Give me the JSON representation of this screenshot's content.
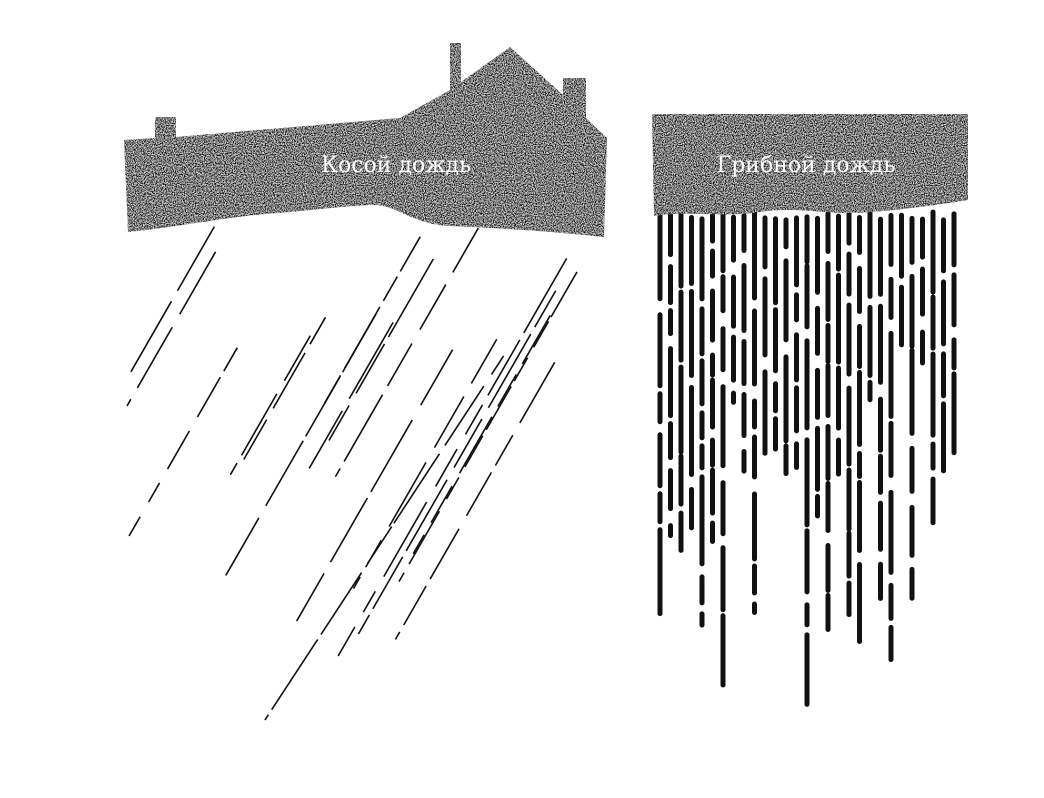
{
  "panels": [
    {
      "id": "slanted",
      "label": "Косой дождь"
    },
    {
      "id": "mushroom",
      "label": "Грибной дождь"
    }
  ],
  "colors": {
    "ink": "#111111",
    "paper": "#ffffff"
  }
}
